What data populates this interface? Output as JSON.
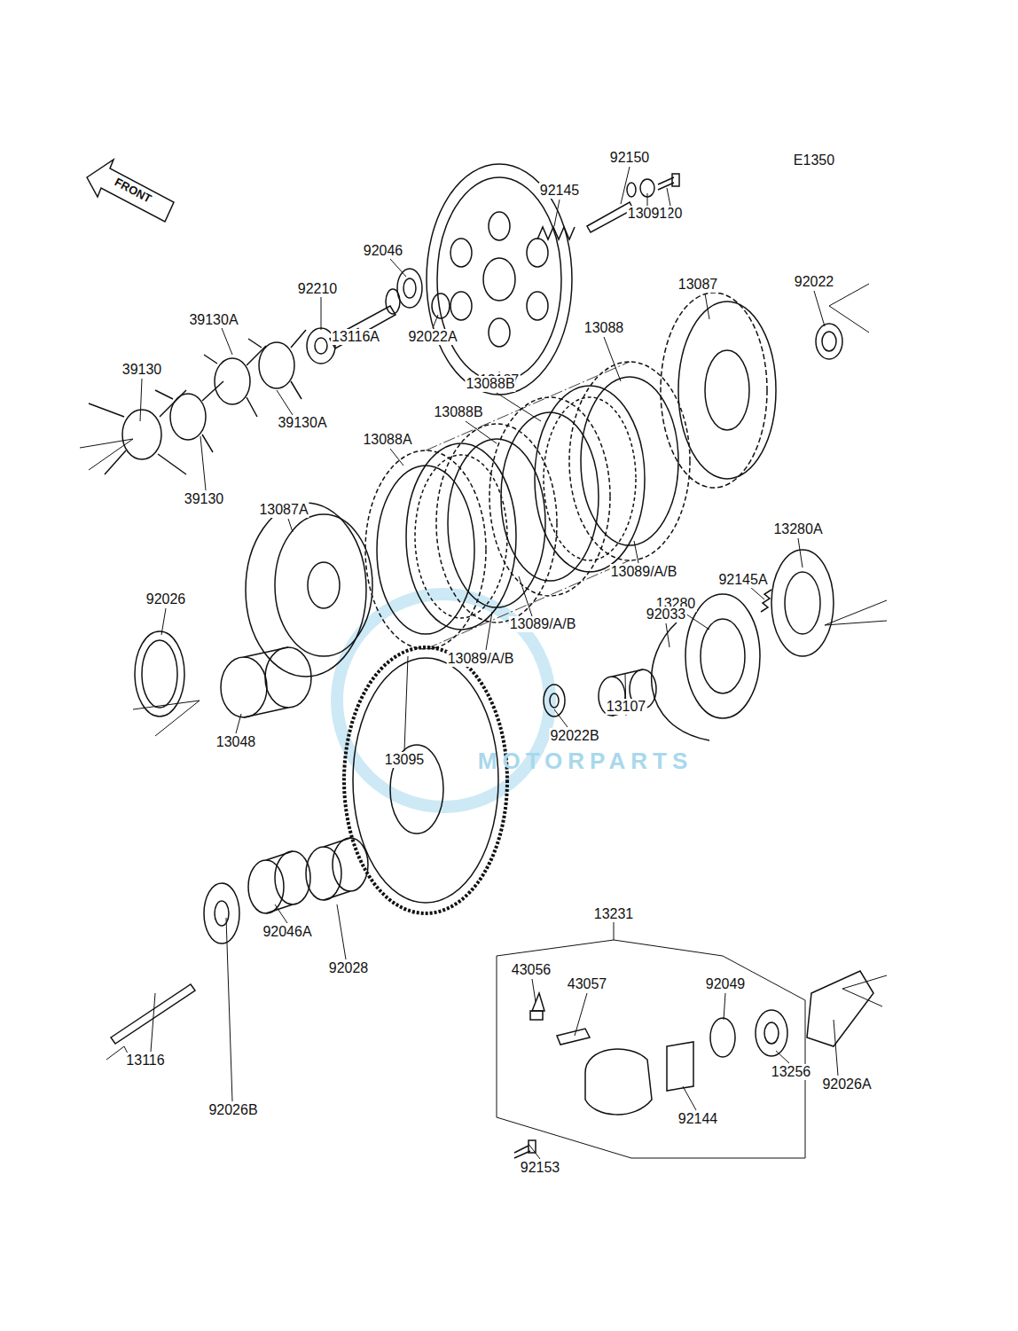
{
  "diagram": {
    "labels": [
      "E1350",
      "FRONT",
      "92150",
      "92145",
      "120",
      "13091",
      "92046",
      "92210",
      "39130A",
      "13116A",
      "92022A",
      "13187",
      "13087",
      "92022",
      "39130",
      "39130A",
      "39130",
      "13088",
      "13088B",
      "13088B",
      "13088A",
      "13087A",
      "13089/A/B",
      "92145A",
      "13280A",
      "13280",
      "92033",
      "13089/A/B",
      "13089/A/B",
      "92026",
      "13107",
      "92022B",
      "13048",
      "13095",
      "92046A",
      "92028",
      "13231",
      "43056",
      "43057",
      "92049",
      "13116",
      "92026B",
      "92144",
      "13256",
      "92026A",
      "92153",
      "MOTORPARTS"
    ]
  }
}
